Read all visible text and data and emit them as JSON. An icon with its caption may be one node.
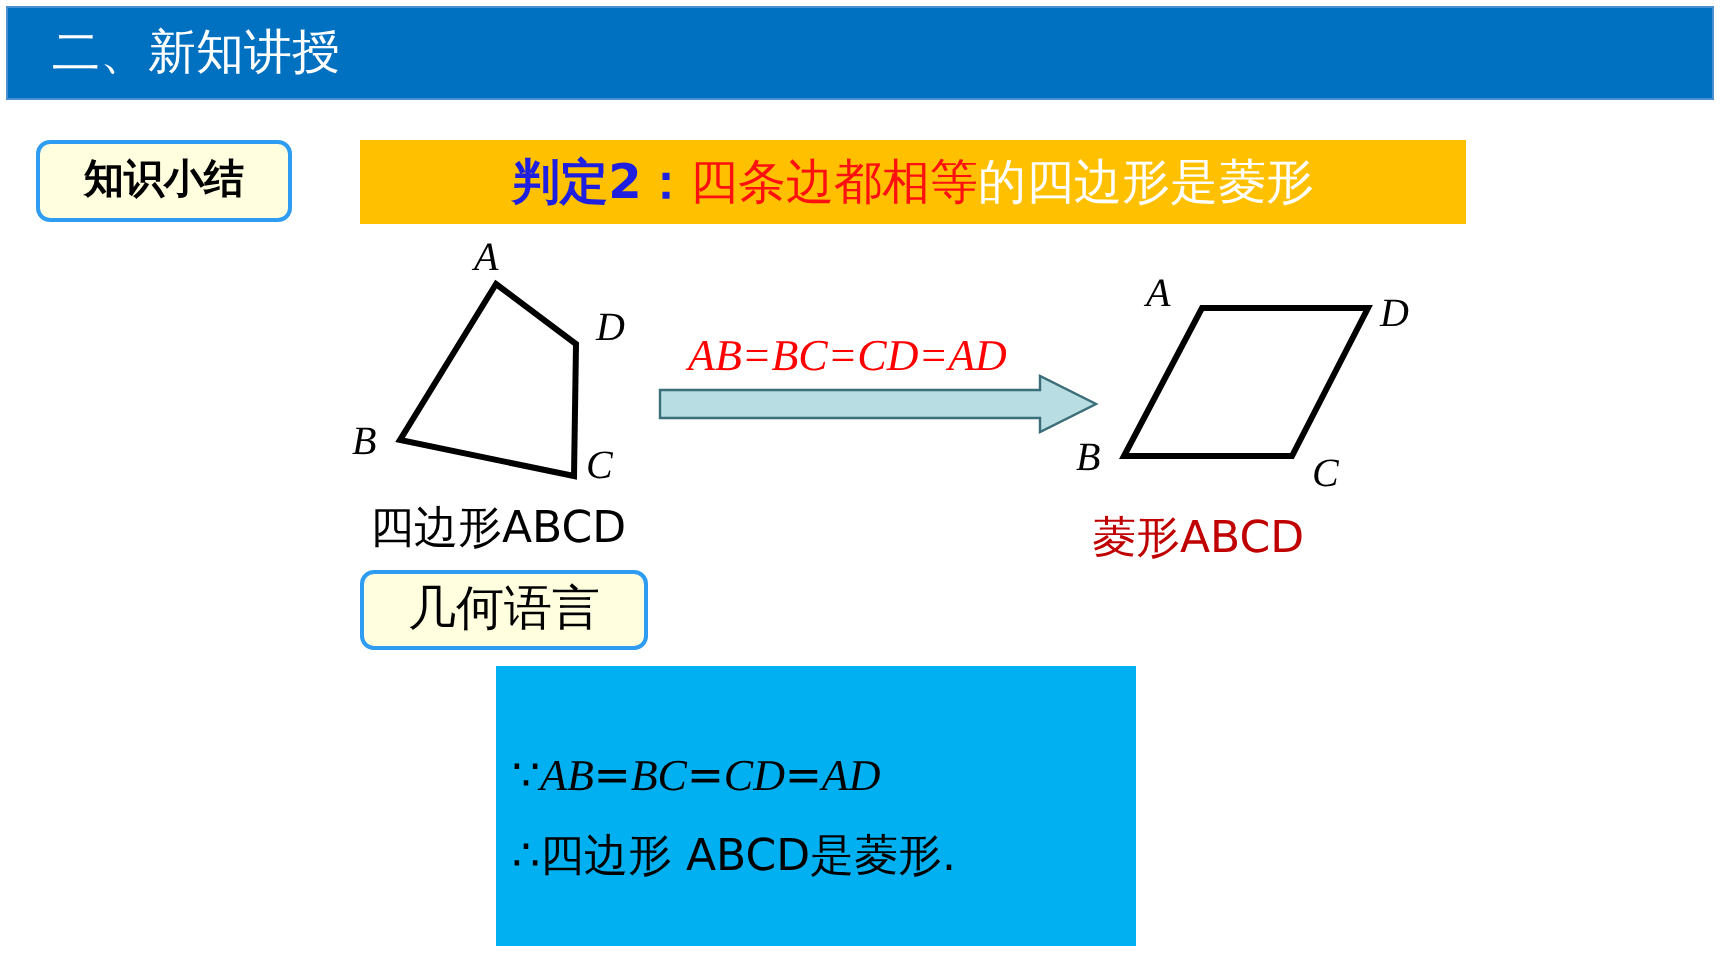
{
  "diagram": {
    "nodes": [
      {
        "text": [
          "二、新知讲授"
        ]
      },
      {
        "text": [
          "知识小结"
        ]
      },
      {
        "text": [
          "判定2：",
          "四条边都相等",
          "的四边形是菱形"
        ]
      },
      {
        "text": [],
        "shape": "quadrilateral",
        "beside": [
          "A",
          "D",
          "B",
          "C",
          "四边形ABCD"
        ]
      },
      {
        "text": [],
        "shape": "rhombus",
        "beside": [
          "A",
          "D",
          "B",
          "C",
          "菱形ABCD"
        ]
      },
      {
        "text": [
          "几何语言"
        ]
      },
      {
        "text": [
          "∵*AB*=*BC*=*CD*=*AD*",
          "∴四边形 ABCD是菱形."
        ]
      }
    ],
    "edges": [
      {
        "from": 3,
        "to": 4,
        "arrow": "to",
        "label": "AB=BC=CD=AD",
        "style": "thick"
      }
    ]
  }
}
